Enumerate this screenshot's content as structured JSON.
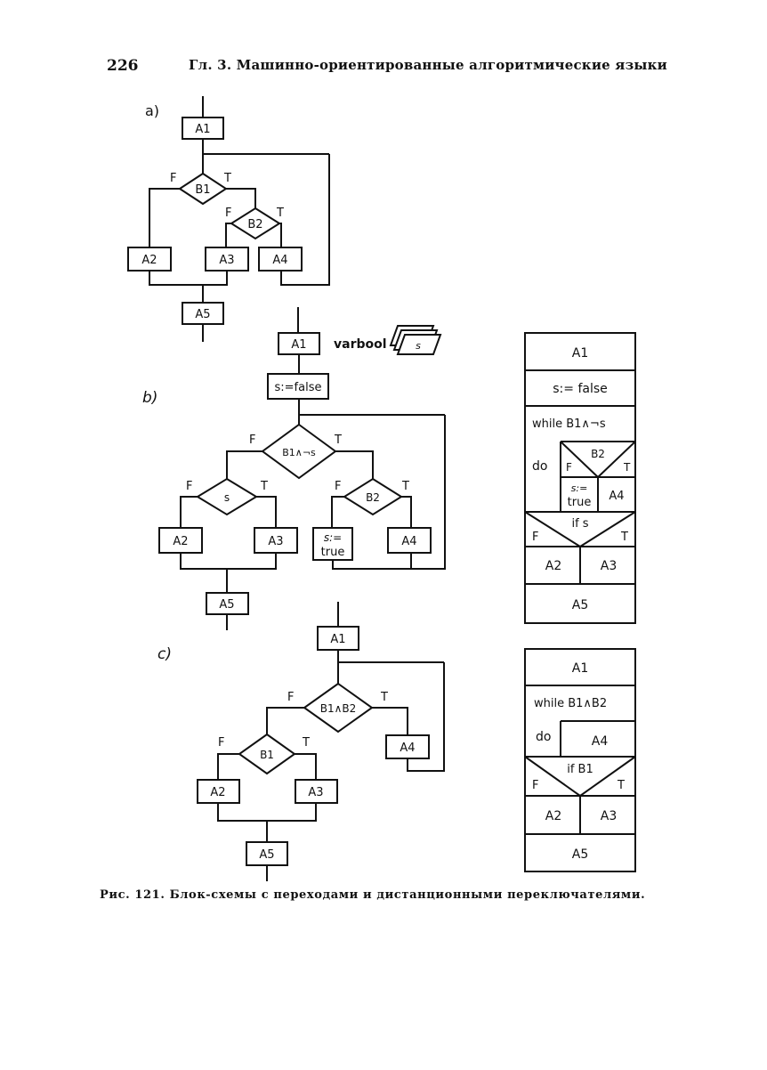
{
  "header": {
    "page_number": "226",
    "running_head": "Гл. 3. Машинно-ориентированные алгоритмические языки"
  },
  "figure": {
    "caption": "Рис. 121. Блок-схемы с переходами и дистанционными переключателями.",
    "a": {
      "label": "a)",
      "A1": "A1",
      "B1": "B1",
      "B2": "B2",
      "A2": "A2",
      "A3": "A3",
      "A4": "A4",
      "A5": "A5",
      "F": "F",
      "T": "T"
    },
    "b": {
      "label": "b)",
      "A1": "A1",
      "assign_false": "s:=false",
      "var_decl": "varbool",
      "card_label": "s",
      "cond": "B1∧¬s",
      "s_cond": "s",
      "B2": "B2",
      "assign_true_1": "s:=",
      "assign_true_2": "true",
      "A2": "A2",
      "A3": "A3",
      "A4": "A4",
      "A5": "A5",
      "F": "F",
      "T": "T",
      "nsd": {
        "A1": "A1",
        "assign": "s:= false",
        "while": "while B1∧¬s",
        "do": "do",
        "B2": "B2",
        "F": "F",
        "T": "T",
        "assign_true_1": "s:=",
        "assign_true_2": "true",
        "A4": "A4",
        "if": "if s",
        "A2": "A2",
        "A3": "A3",
        "A5": "A5"
      }
    },
    "c": {
      "label": "c)",
      "A1": "A1",
      "cond": "B1∧B2",
      "B1": "B1",
      "A2": "A2",
      "A3": "A3",
      "A4": "A4",
      "A5": "A5",
      "F": "F",
      "T": "T",
      "nsd": {
        "A1": "A1",
        "while": "while B1∧B2",
        "do": "do",
        "A4": "A4",
        "if": "if B1",
        "F": "F",
        "T": "T",
        "A2": "A2",
        "A3": "A3",
        "A5": "A5"
      }
    }
  }
}
